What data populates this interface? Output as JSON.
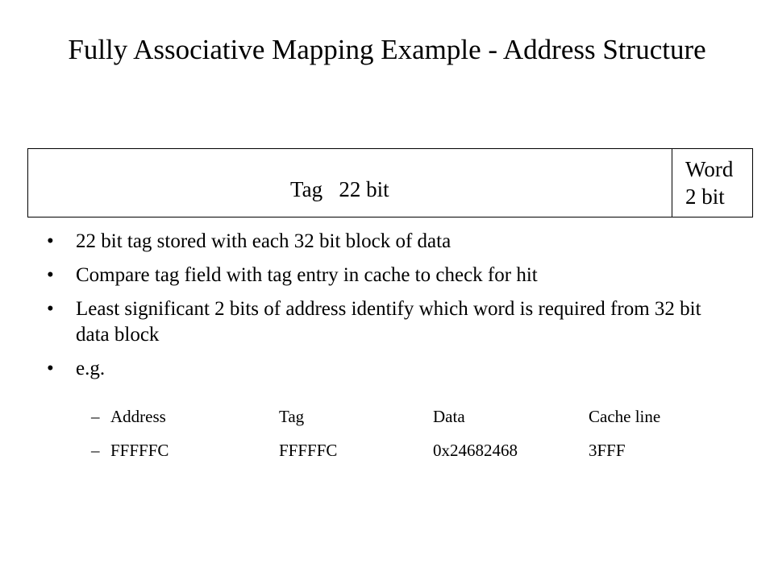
{
  "slide": {
    "title": "Fully Associative Mapping Example - Address Structure"
  },
  "address_structure": {
    "tag_label": "Tag   22 bit",
    "word_label_line1": "Word",
    "word_label_line2": "2 bit"
  },
  "bullets": {
    "bullet_char": "•",
    "items": [
      "22 bit tag stored with each 32 bit block of data",
      "Compare tag field with tag entry in cache to check for hit",
      "Least significant 2 bits of address identify which word is required from 32 bit data block",
      "e.g."
    ]
  },
  "example": {
    "dash": "–",
    "header": [
      "Address",
      "Tag",
      "Data",
      "Cache line"
    ],
    "row": [
      "FFFFFC",
      "FFFFFC",
      "0x24682468",
      "3FFF"
    ]
  }
}
